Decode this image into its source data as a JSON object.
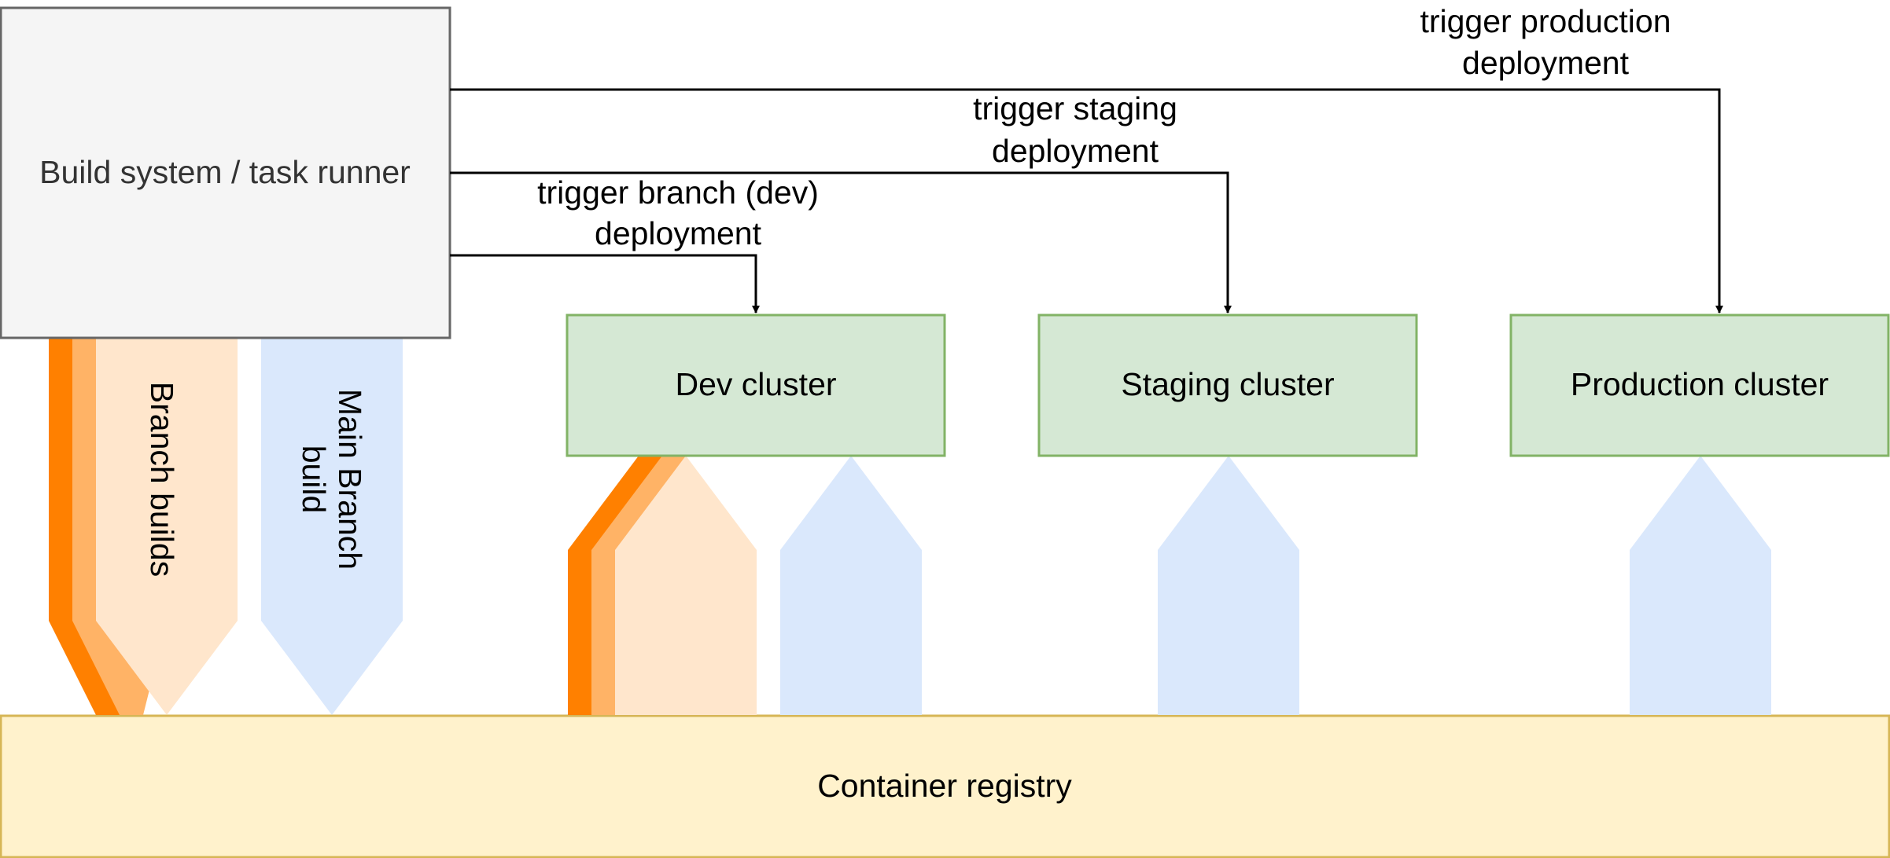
{
  "nodes": {
    "build_system": "Build system / task runner",
    "dev_cluster": "Dev cluster",
    "staging_cluster": "Staging cluster",
    "production_cluster": "Production cluster",
    "container_registry": "Container registry"
  },
  "flows": {
    "branch_builds": "Branch builds",
    "main_branch_build": [
      "Main Branch",
      "build"
    ]
  },
  "edges": {
    "trigger_dev": [
      "trigger branch (dev)",
      "deployment"
    ],
    "trigger_staging": [
      "trigger staging",
      "deployment"
    ],
    "trigger_production": [
      "trigger production",
      "deployment"
    ]
  },
  "colors": {
    "build_fill": "#f5f5f5",
    "build_stroke": "#666666",
    "cluster_fill": "#d5e8d4",
    "cluster_stroke": "#82b366",
    "registry_fill": "#fff2cc",
    "registry_stroke": "#d6b656",
    "orange_dark": "#ff8000",
    "orange_mid": "#ffb366",
    "orange_light": "#ffe6cc",
    "blue_light": "#dae8fc"
  }
}
